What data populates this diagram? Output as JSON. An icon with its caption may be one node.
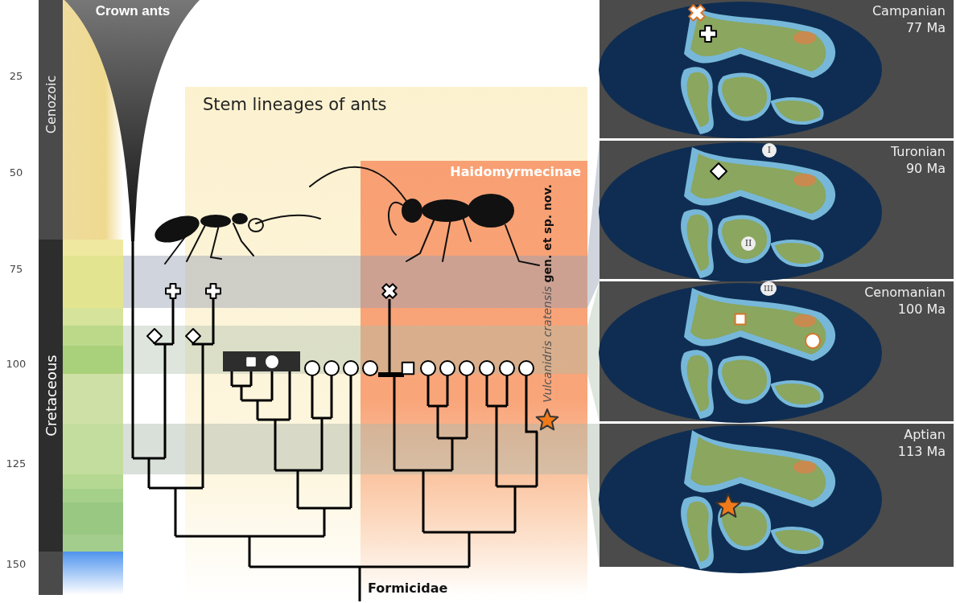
{
  "diagram": {
    "nodes": [
      {
        "text": [
          "Crown ants"
        ]
      },
      {
        "text": [
          "Stem lineages of ants"
        ]
      },
      {
        "text": [
          "Haidomyrmecinae"
        ],
        "in": 1
      },
      {
        "text": [
          "Campanian 77 Ma"
        ]
      },
      {
        "text": [
          "Turonian 90 Ma"
        ]
      },
      {
        "text": [
          "Cenomanian 100 Ma"
        ]
      },
      {
        "text": [
          "Aptian 113 Ma"
        ]
      }
    ],
    "labels": [
      "25",
      "50",
      "75",
      "100",
      "125",
      "150",
      "Cenozoic",
      "Cretaceous",
      "Formicidae",
      "*Vulcanidris cratensis* **gen. et sp. nov.**",
      "I",
      "II",
      "III"
    ]
  }
}
